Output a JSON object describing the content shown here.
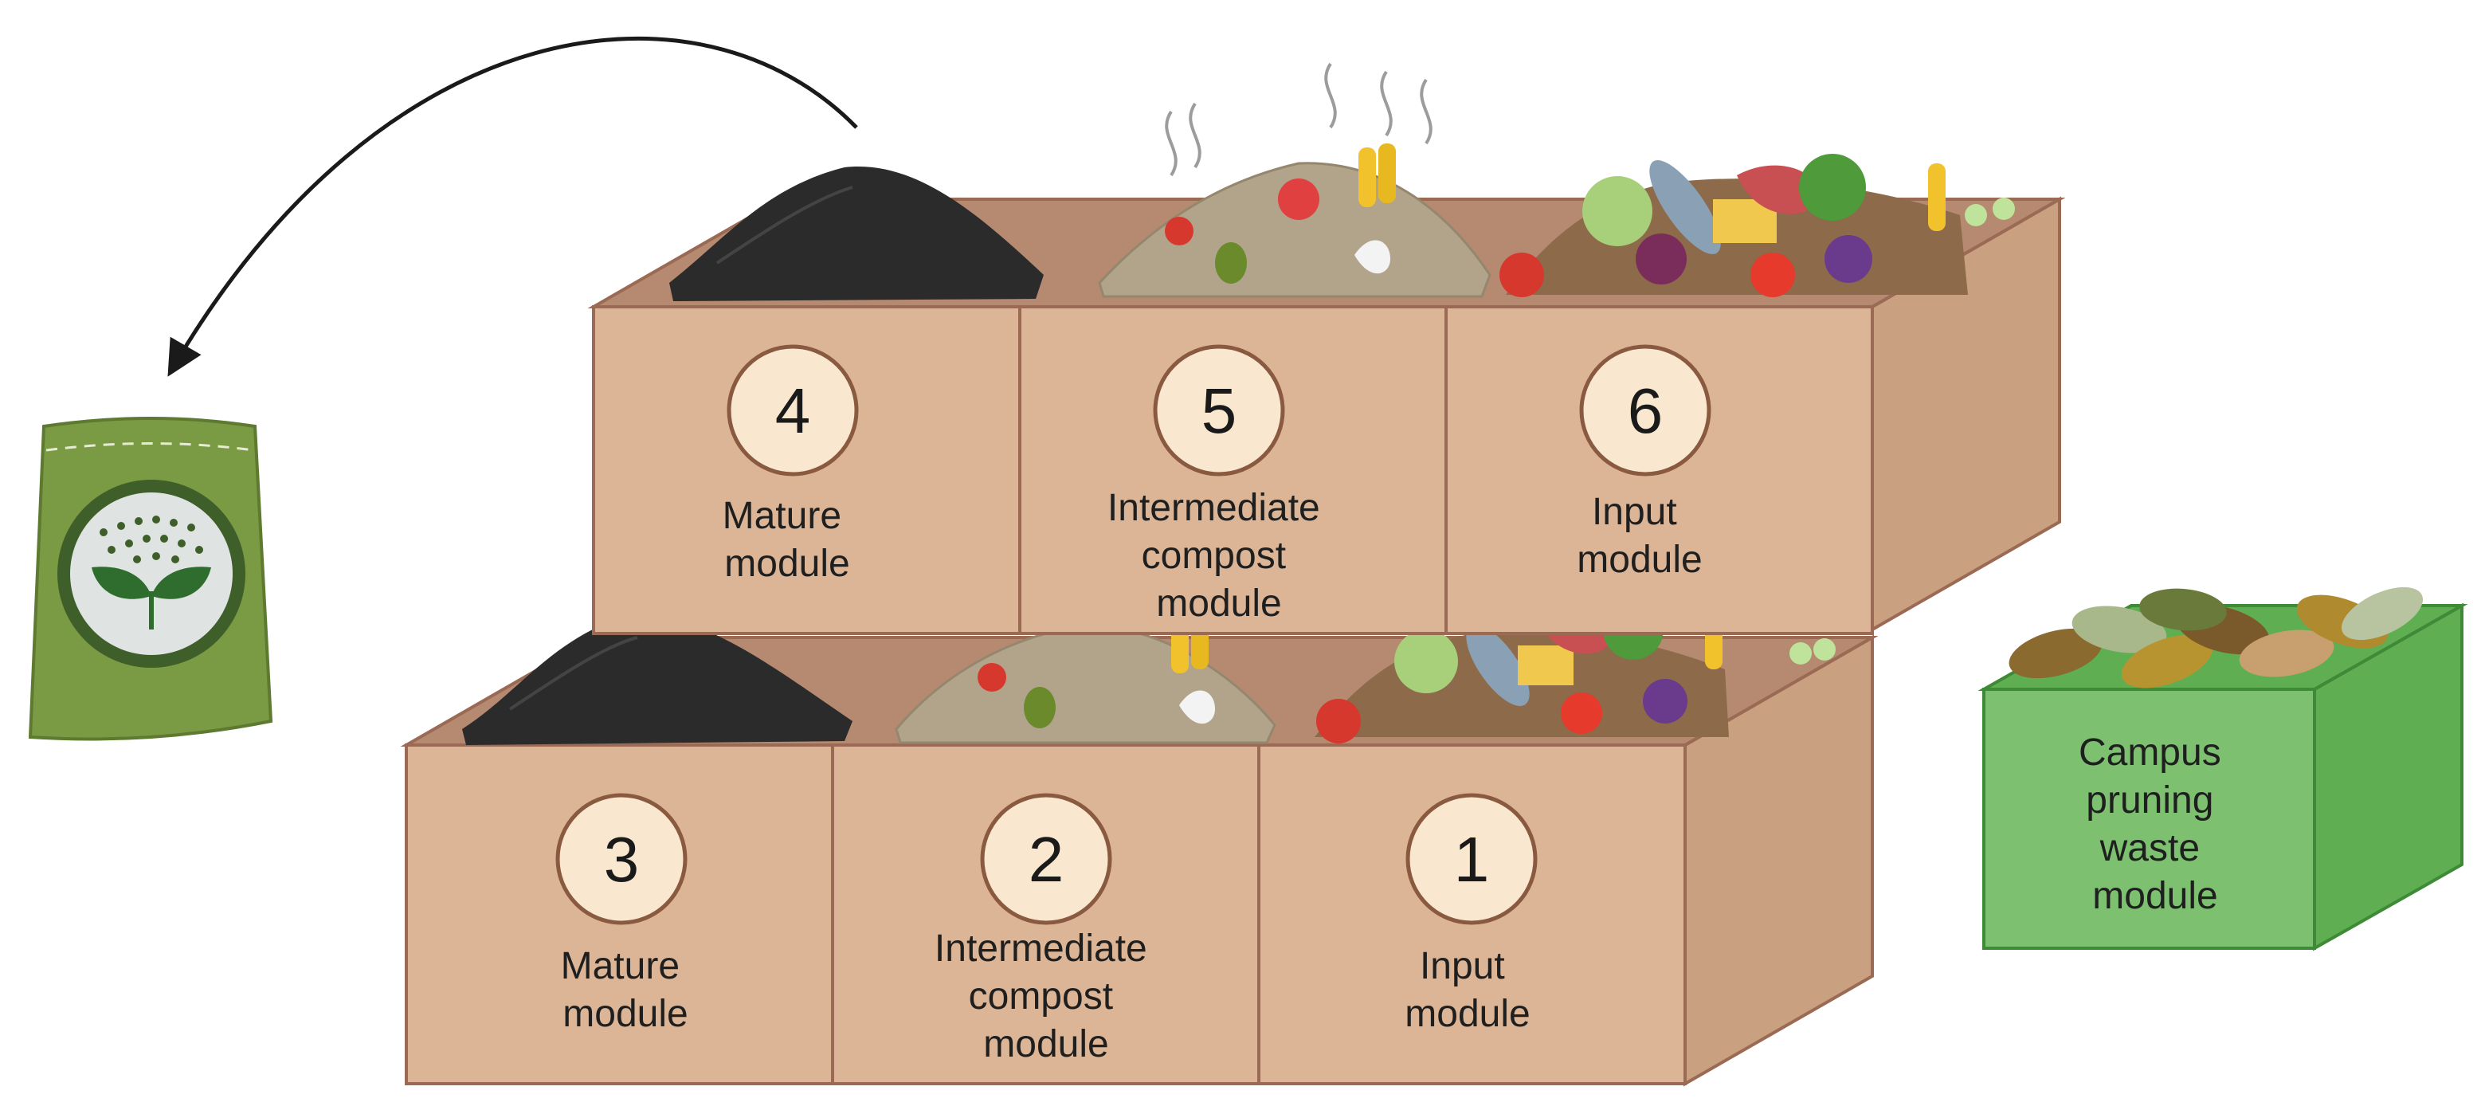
{
  "modules": [
    {
      "number": "1",
      "label_lines": [
        "Input",
        "module"
      ],
      "contents": "food-waste"
    },
    {
      "number": "2",
      "label_lines": [
        "Intermediate",
        "compost",
        "module"
      ],
      "contents": "intermediate-compost"
    },
    {
      "number": "3",
      "label_lines": [
        "Mature",
        "module"
      ],
      "contents": "mature-compost"
    },
    {
      "number": "4",
      "label_lines": [
        "Mature",
        "module"
      ],
      "contents": "mature-compost"
    },
    {
      "number": "5",
      "label_lines": [
        "Intermediate",
        "compost",
        "module"
      ],
      "contents": "intermediate-compost"
    },
    {
      "number": "6",
      "label_lines": [
        "Input",
        "module"
      ],
      "contents": "food-waste"
    }
  ],
  "pruning_module": {
    "label_lines": [
      "Campus",
      "pruning",
      "waste",
      "module"
    ],
    "color": "#7cc070"
  },
  "compost_bag": {
    "icon": "seedling-icon",
    "color": "#7a9a44"
  },
  "colors": {
    "box_front": "#dbb596",
    "box_side": "#c9a181",
    "box_top": "#b58a70",
    "box_stroke": "#9b6a54",
    "badge_fill": "#f9e7cf",
    "badge_stroke": "#8a5a40",
    "mature_compost": "#2b2b2b",
    "intermediate_compost": "#b2a48a"
  }
}
